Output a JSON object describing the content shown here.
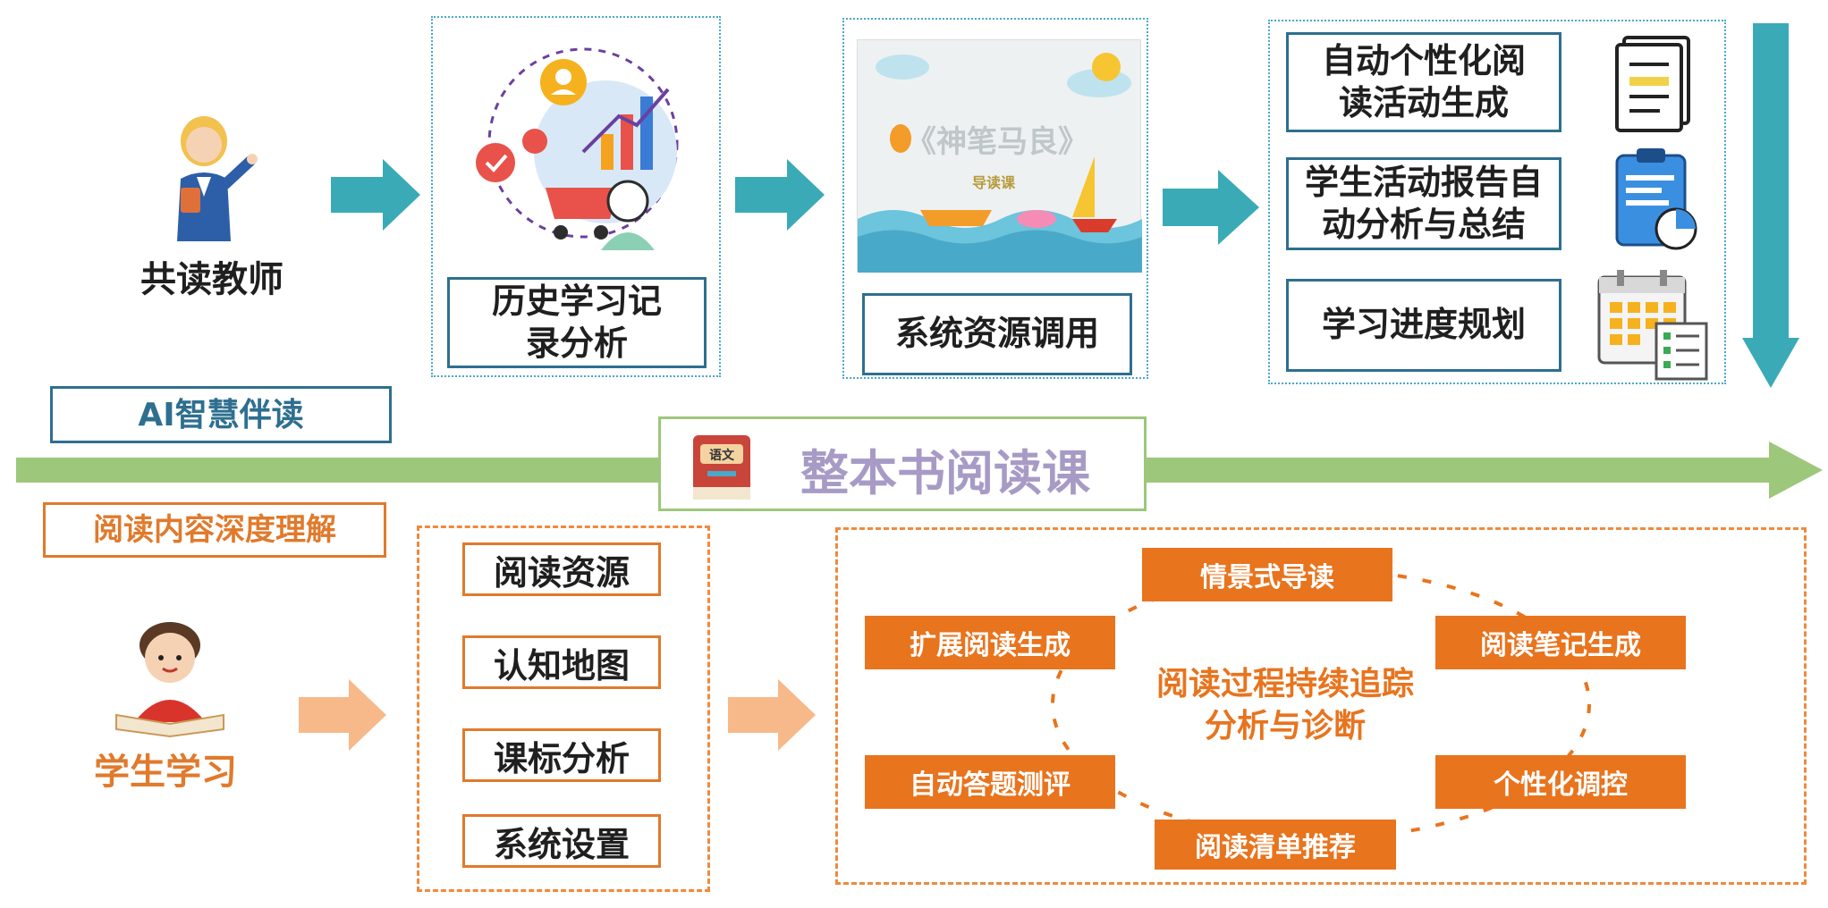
{
  "teacher": {
    "label": "共读教师"
  },
  "history": {
    "label": "历史学习记录分析"
  },
  "resource": {
    "label": "系统资源调用",
    "book_title": "《神笔马良》",
    "book_subtitle": "导读课"
  },
  "outputs": [
    {
      "label": "自动个性化阅读活动生成",
      "icon": "document-stack-icon"
    },
    {
      "label": "学生活动报告自动分析与总结",
      "icon": "clipboard-chart-icon"
    },
    {
      "label": "学习进度规划",
      "icon": "calendar-checklist-icon"
    }
  ],
  "ai_label": "AI智慧伴读",
  "course": {
    "title": "整本书阅读课",
    "book_badge": "语文"
  },
  "understanding_label": "阅读内容深度理解",
  "student": {
    "label": "学生学习"
  },
  "student_items": [
    "阅读资源",
    "认知地图",
    "课标分析",
    "系统设置"
  ],
  "cycle": {
    "center": "阅读过程持续追踪分析与诊断",
    "nodes": [
      "情景式导读",
      "阅读笔记生成",
      "个性化调控",
      "阅读清单推荐",
      "自动答题测评",
      "扩展阅读生成"
    ]
  },
  "colors": {
    "teal": "#3aaab7",
    "green": "#9dc77a",
    "orange": "#e8741e",
    "peach": "#f7b98a",
    "navy": "#2e6f8f"
  }
}
